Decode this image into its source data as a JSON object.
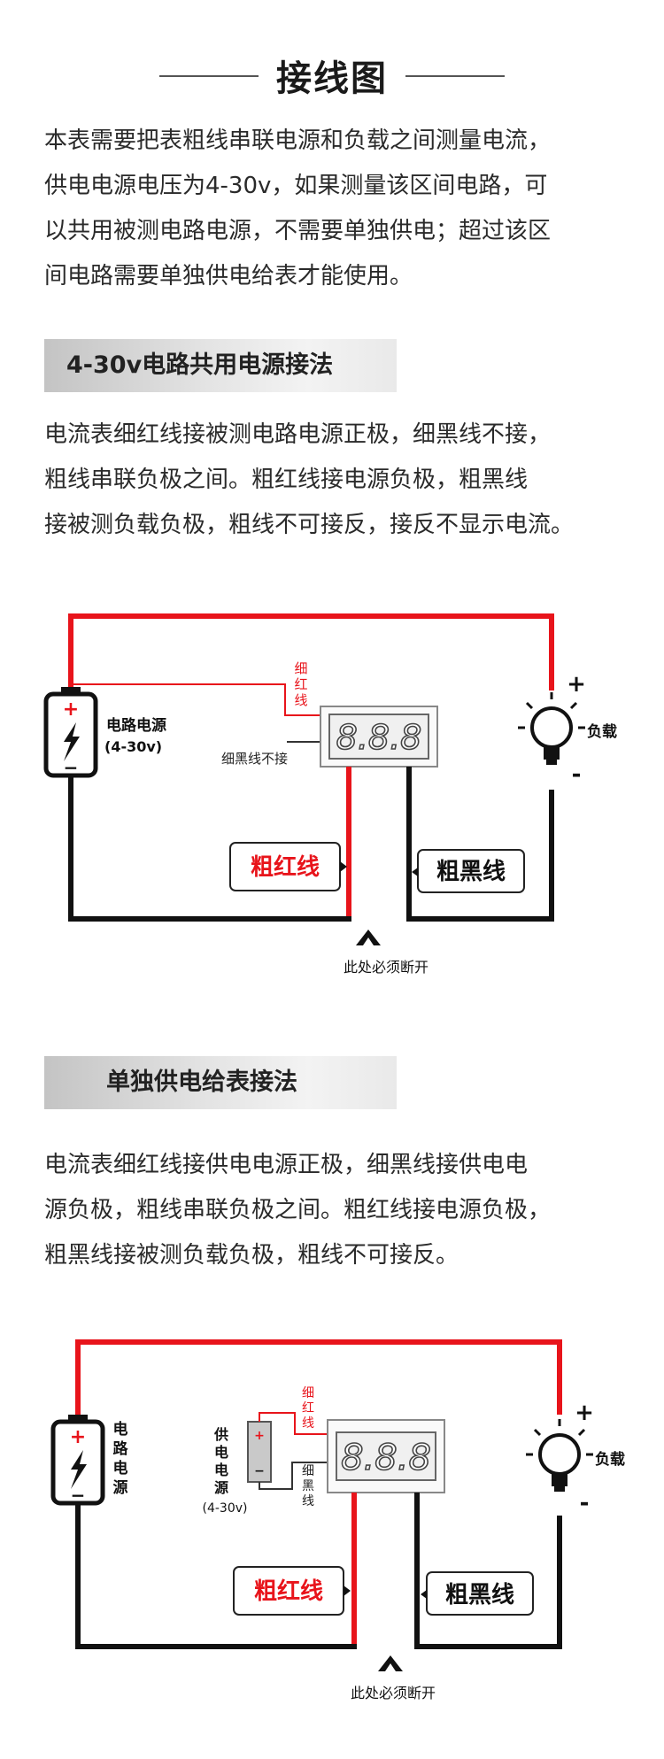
{
  "title": "接线图",
  "intro": [
    "本表需要把表粗线串联电源和负载之间测量电流，",
    "供电电源电压为4-30v，如果测量该区间电路，可",
    "以共用被测电路电源，不需要单独供电；超过该区",
    "间电路需要单独供电给表才能使用。"
  ],
  "section1": {
    "heading": "4-30v电路共用电源接法",
    "text": [
      "电流表细红线接被测电路电源正极，细黑线不接，",
      "粗线串联负极之间。粗红线接电源负极，粗黑线",
      "接被测负载负极，粗线不可接反，接反不显示电流。"
    ],
    "diagram": {
      "source_label": "电路电源",
      "source_voltage": "(4-30v)",
      "thin_red": [
        "细",
        "红",
        "线"
      ],
      "thin_black": "细黑线不接",
      "display": "8.8.8",
      "thick_red": "粗红线",
      "thick_black": "粗黑线",
      "load": "负载",
      "plus": "+",
      "minus": "-",
      "battery_plus": "+",
      "battery_minus": "−",
      "break_note": "此处必须断开"
    }
  },
  "section2": {
    "heading": "单独供电给表接法",
    "text": [
      "电流表细红线接供电电源正极，细黑线接供电电",
      "源负极，粗线串联负极之间。粗红线接电源负极，",
      "粗黑线接被测负载负极，粗线不可接反。"
    ],
    "diagram": {
      "source_label": [
        "电",
        "路",
        "电",
        "源"
      ],
      "supply_label": [
        "供",
        "电",
        "电",
        "源"
      ],
      "supply_voltage": "(4-30v)",
      "thin_red": [
        "细",
        "红",
        "线"
      ],
      "thin_black": [
        "细",
        "黑",
        "线"
      ],
      "display": "8.8.8",
      "thick_red": "粗红线",
      "thick_black": "粗黑线",
      "load": "负载",
      "plus": "+",
      "minus": "-",
      "battery_plus": "+",
      "battery_minus": "−",
      "supply_plus": "+",
      "supply_minus": "−",
      "break_note": "此处必须断开"
    }
  },
  "colors": {
    "wire_red": "#e8141b",
    "wire_black": "#111111",
    "display_bg": "#f0f0f0",
    "label_red": "#e8141b"
  }
}
